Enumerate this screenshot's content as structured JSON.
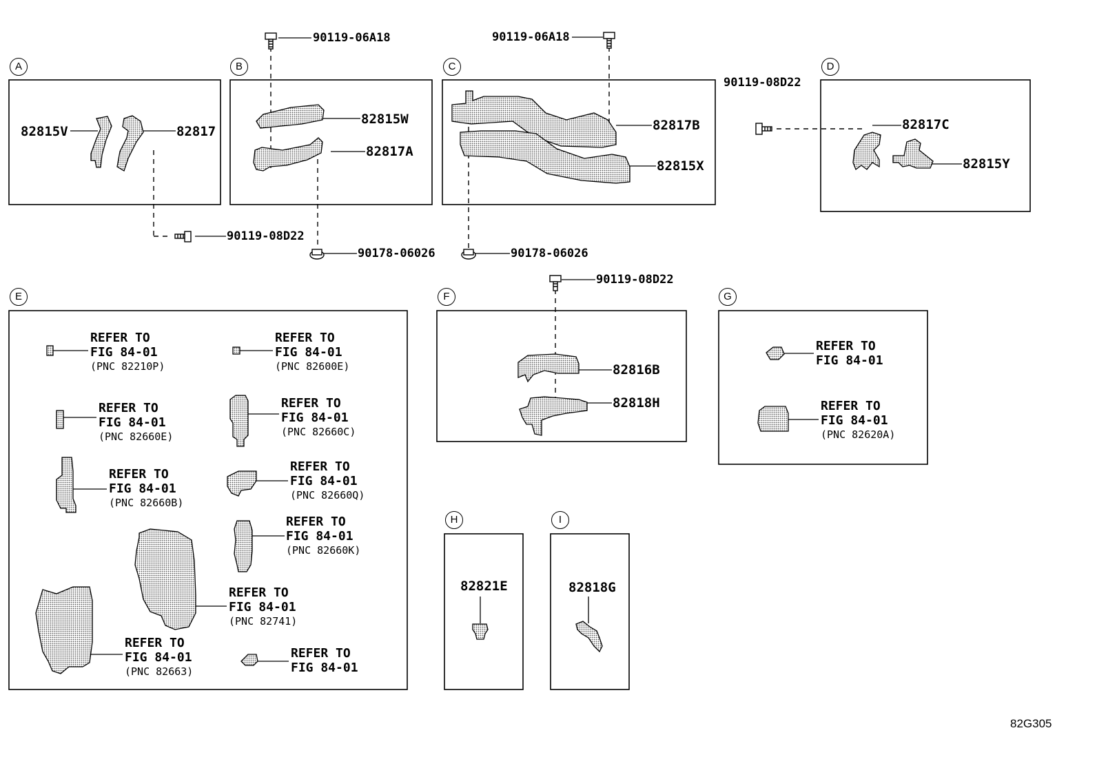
{
  "sections": {
    "A": {
      "letter": "A",
      "parts": [
        "82815V",
        "82817"
      ]
    },
    "B": {
      "letter": "B",
      "parts": [
        "82815W",
        "82817A"
      ]
    },
    "C": {
      "letter": "C",
      "parts": [
        "82817B",
        "82815X"
      ]
    },
    "D": {
      "letter": "D",
      "parts": [
        "82817C",
        "82815Y"
      ]
    },
    "E": {
      "letter": "E"
    },
    "F": {
      "letter": "F",
      "parts": [
        "82816B",
        "82818H"
      ]
    },
    "G": {
      "letter": "G"
    },
    "H": {
      "letter": "H",
      "parts": [
        "82821E"
      ]
    },
    "I": {
      "letter": "I",
      "parts": [
        "82818G"
      ]
    }
  },
  "fasteners": {
    "b_bolt": "90119-06A18",
    "c_bolt": "90119-06A18",
    "d_bolt": "90119-08D22",
    "a_bolt": "90119-08D22",
    "b_nut": "90178-06026",
    "c_nut": "90178-06026",
    "f_bolt": "90119-08D22"
  },
  "refer": {
    "line1": "REFER TO",
    "line2": "FIG 84-01",
    "e_pnc": [
      "(PNC 82210P)",
      "(PNC 82600E)",
      "(PNC 82660E)",
      "(PNC 82660C)",
      "(PNC 82660B)",
      "(PNC 82660Q)",
      "(PNC 82660K)",
      "(PNC 82741)",
      "(PNC 82663)"
    ],
    "g_pnc": "(PNC 82620A)"
  },
  "figure_code": "82G305"
}
